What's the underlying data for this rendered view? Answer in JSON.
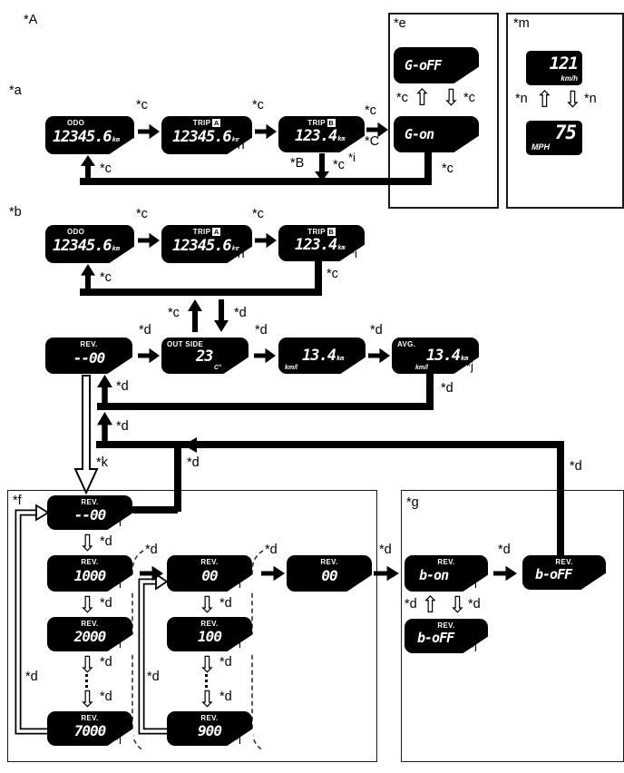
{
  "ref_labels": {
    "A": "*A",
    "a": "*a",
    "b": "*b",
    "B": "*B",
    "c": "*c",
    "C": "*C",
    "d": "*d",
    "e": "*e",
    "f": "*f",
    "g": "*g",
    "h": "*h",
    "i": "*i",
    "j": "*j",
    "k": "*k",
    "l": "*l",
    "m": "*m",
    "n": "*n"
  },
  "icons": {
    "hollow_up_arrow": "⇧",
    "hollow_down_arrow": "⇩"
  },
  "colors": {
    "display_bg": "#000000",
    "display_text": "#ffffff",
    "line": "#000000"
  },
  "displays": {
    "a_odo": {
      "header": "ODO",
      "value": "12345.6",
      "unit": "km"
    },
    "a_tripA": {
      "header": "TRIP",
      "trip_letter": "A",
      "value": "12345.6",
      "unit": "km"
    },
    "a_tripB": {
      "header": "TRIP",
      "trip_letter": "B",
      "value": "123.4",
      "unit": "km"
    },
    "b_odo": {
      "header": "ODO",
      "value": "12345.6",
      "unit": "km"
    },
    "b_tripA": {
      "header": "TRIP",
      "trip_letter": "A",
      "value": "12345.6",
      "unit": "km"
    },
    "b_tripB": {
      "header": "TRIP",
      "trip_letter": "B",
      "value": "123.4",
      "unit": "km"
    },
    "e_goff": {
      "value": "G-oFF"
    },
    "e_gon": {
      "value": "G-on"
    },
    "m_kmh": {
      "value": "121",
      "unit": "km/h"
    },
    "m_mph": {
      "value": "75",
      "unit": "MPH"
    },
    "r_rev": {
      "header": "REV.",
      "value": "--00"
    },
    "r_temp": {
      "header": "OUT SIDE",
      "value": "23",
      "unit": "C°"
    },
    "r_fuel": {
      "value": "13.4",
      "unit": "km",
      "unit2": "km/l"
    },
    "r_avg": {
      "header": "AVG.",
      "value": "13.4",
      "unit": "km",
      "unit2": "km/l"
    },
    "f_dash00": {
      "header": "REV.",
      "value": "--00"
    },
    "f_1000": {
      "header": "REV.",
      "value": "1000"
    },
    "f_2000": {
      "header": "REV.",
      "value": "2000"
    },
    "f_7000": {
      "header": "REV.",
      "value": "7000"
    },
    "f_00": {
      "header": "REV.",
      "value": "00"
    },
    "f_100": {
      "header": "REV.",
      "value": "100"
    },
    "f_900": {
      "header": "REV.",
      "value": "900"
    },
    "f_00b": {
      "header": "REV.",
      "value": "00"
    },
    "g_bon": {
      "header": "REV.",
      "value": "b-on"
    },
    "g_boff_top": {
      "header": "REV.",
      "value": "b-oFF"
    },
    "g_boff_bot": {
      "header": "REV.",
      "value": "b-oFF"
    }
  }
}
